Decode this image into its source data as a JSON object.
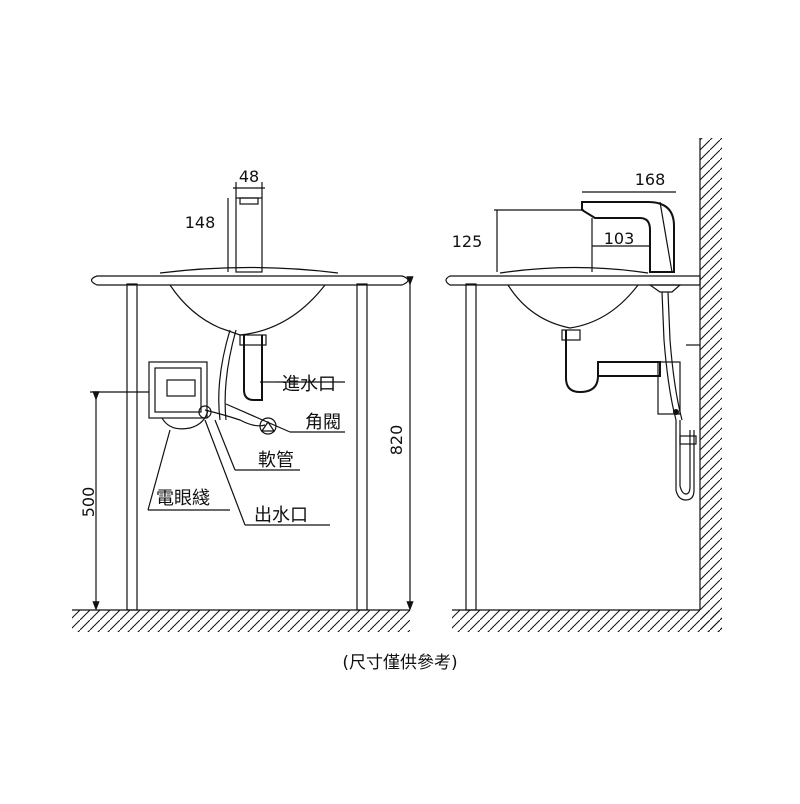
{
  "dimensions": {
    "faucet_width": "48",
    "faucet_height": "148",
    "counter_height": "820",
    "sensor_height": "500",
    "side_spout_reach": "168",
    "side_height": "125",
    "side_spout_height": "103"
  },
  "labels": {
    "inlet": "進水口",
    "angle_valve": "角閥",
    "hose": "軟管",
    "sensor_cable": "電眼綫",
    "outlet": "出水口"
  },
  "note": "(尺寸僅供參考)"
}
